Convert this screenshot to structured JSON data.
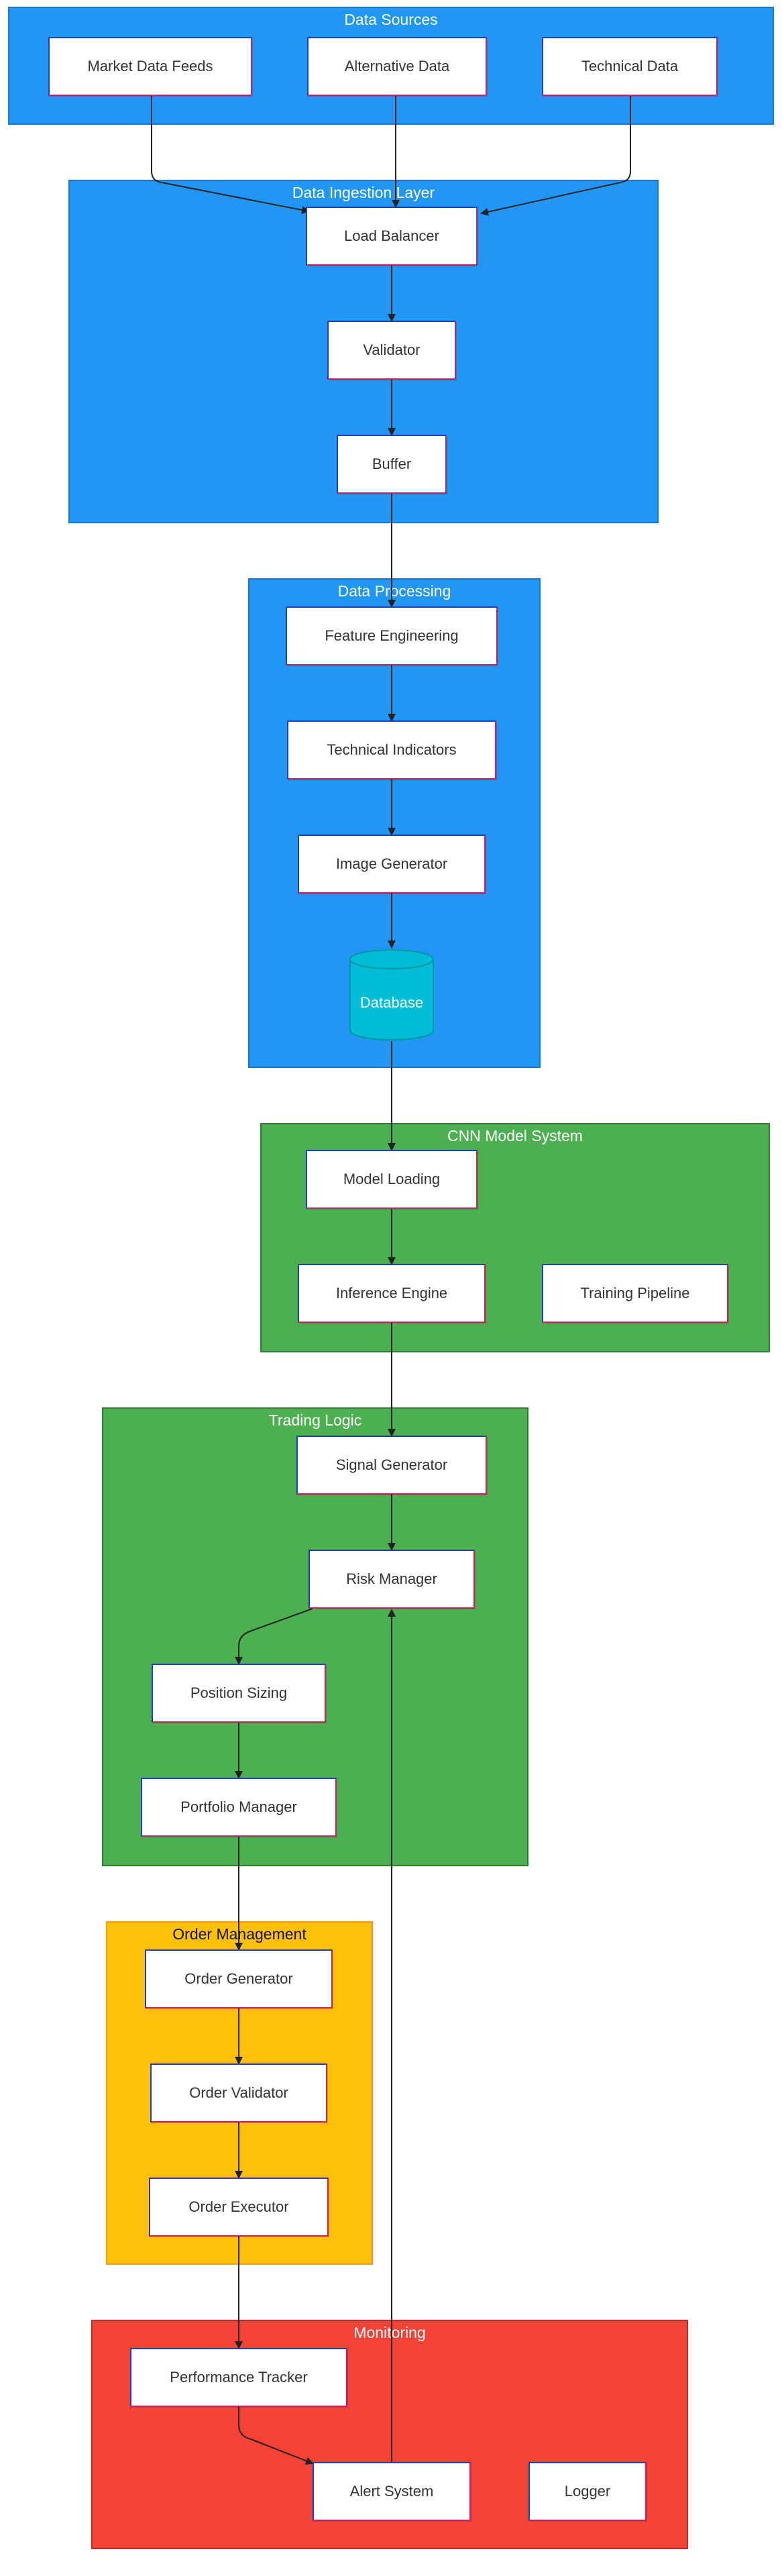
{
  "colors": {
    "blue_group": "#2196f3",
    "green_group": "#4caf50",
    "amber_group": "#ffc107",
    "red_group": "#f44336",
    "database": "#00bcd4",
    "edge": "#222222"
  },
  "groups": {
    "data_sources": "Data Sources",
    "data_ingestion": "Data Ingestion Layer",
    "data_processing": "Data Processing",
    "cnn_model": "CNN Model System",
    "trading_logic": "Trading Logic",
    "order_management": "Order Management",
    "monitoring": "Monitoring"
  },
  "nodes": {
    "market_data_feeds": "Market Data Feeds",
    "alternative_data": "Alternative Data",
    "technical_data": "Technical Data",
    "load_balancer": "Load Balancer",
    "validator": "Validator",
    "buffer": "Buffer",
    "feature_engineering": "Feature Engineering",
    "technical_indicators": "Technical Indicators",
    "image_generator": "Image Generator",
    "database": "Database",
    "model_loading": "Model Loading",
    "inference_engine": "Inference Engine",
    "training_pipeline": "Training Pipeline",
    "signal_generator": "Signal Generator",
    "risk_manager": "Risk Manager",
    "position_sizing": "Position Sizing",
    "portfolio_manager": "Portfolio Manager",
    "order_generator": "Order Generator",
    "order_validator": "Order Validator",
    "order_executor": "Order Executor",
    "performance_tracker": "Performance Tracker",
    "alert_system": "Alert System",
    "logger": "Logger"
  }
}
